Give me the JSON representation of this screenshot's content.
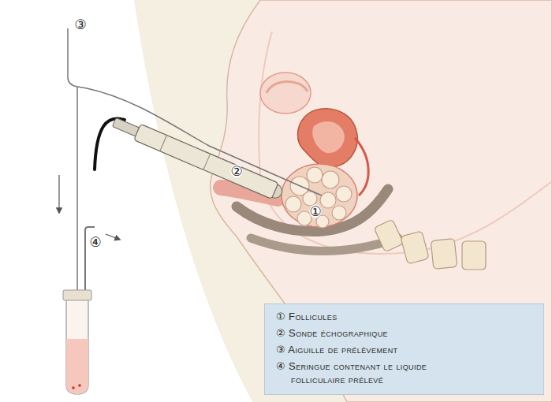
{
  "diagram": {
    "nodes": [
      {
        "text": [
          "① Follicules",
          "② Sonde échographique",
          "③ Aiguille de prélèvement",
          "④ Seringue contenant le liquide folliculaire prélevé"
        ]
      }
    ],
    "edges": [],
    "labels": [
      "③",
      "②",
      "①",
      "④"
    ]
  }
}
